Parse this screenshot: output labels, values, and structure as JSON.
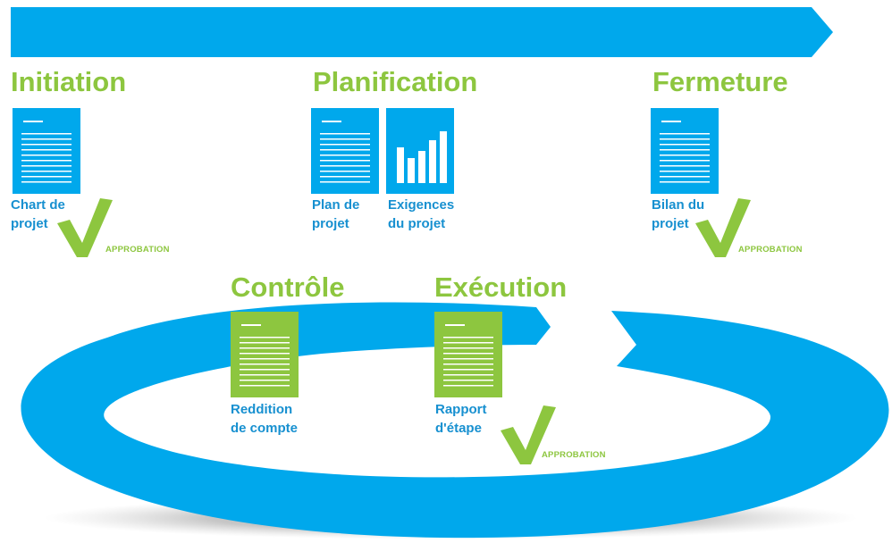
{
  "colors": {
    "blue": "#00a8ec",
    "green": "#8dc63f",
    "doc_blue_text": "#1790d0",
    "doc_green_text": "#1790d0",
    "white": "#ffffff"
  },
  "phases": {
    "initiation": "Initiation",
    "planification": "Planification",
    "fermeture": "Fermeture",
    "controle": "Contrôle",
    "execution": "Exécution"
  },
  "documents": {
    "charte_line1": "Chart de",
    "charte_line2": "projet",
    "plan_line1": "Plan de",
    "plan_line2": "projet",
    "exigences_line1": "Exigences",
    "exigences_line2": "du projet",
    "bilan_line1": "Bilan du",
    "bilan_line2": "projet",
    "reddition_line1": "Reddition",
    "reddition_line2": "de compte",
    "rapport_line1": "Rapport",
    "rapport_line2": "d'étape"
  },
  "approval_label": "APPROBATION",
  "icons": {
    "document": "document-icon",
    "bar_chart": "bar-chart-document-icon",
    "check": "checkmark-icon",
    "arrow": "arrow-icon",
    "cycle": "cycle-arrow-icon"
  }
}
